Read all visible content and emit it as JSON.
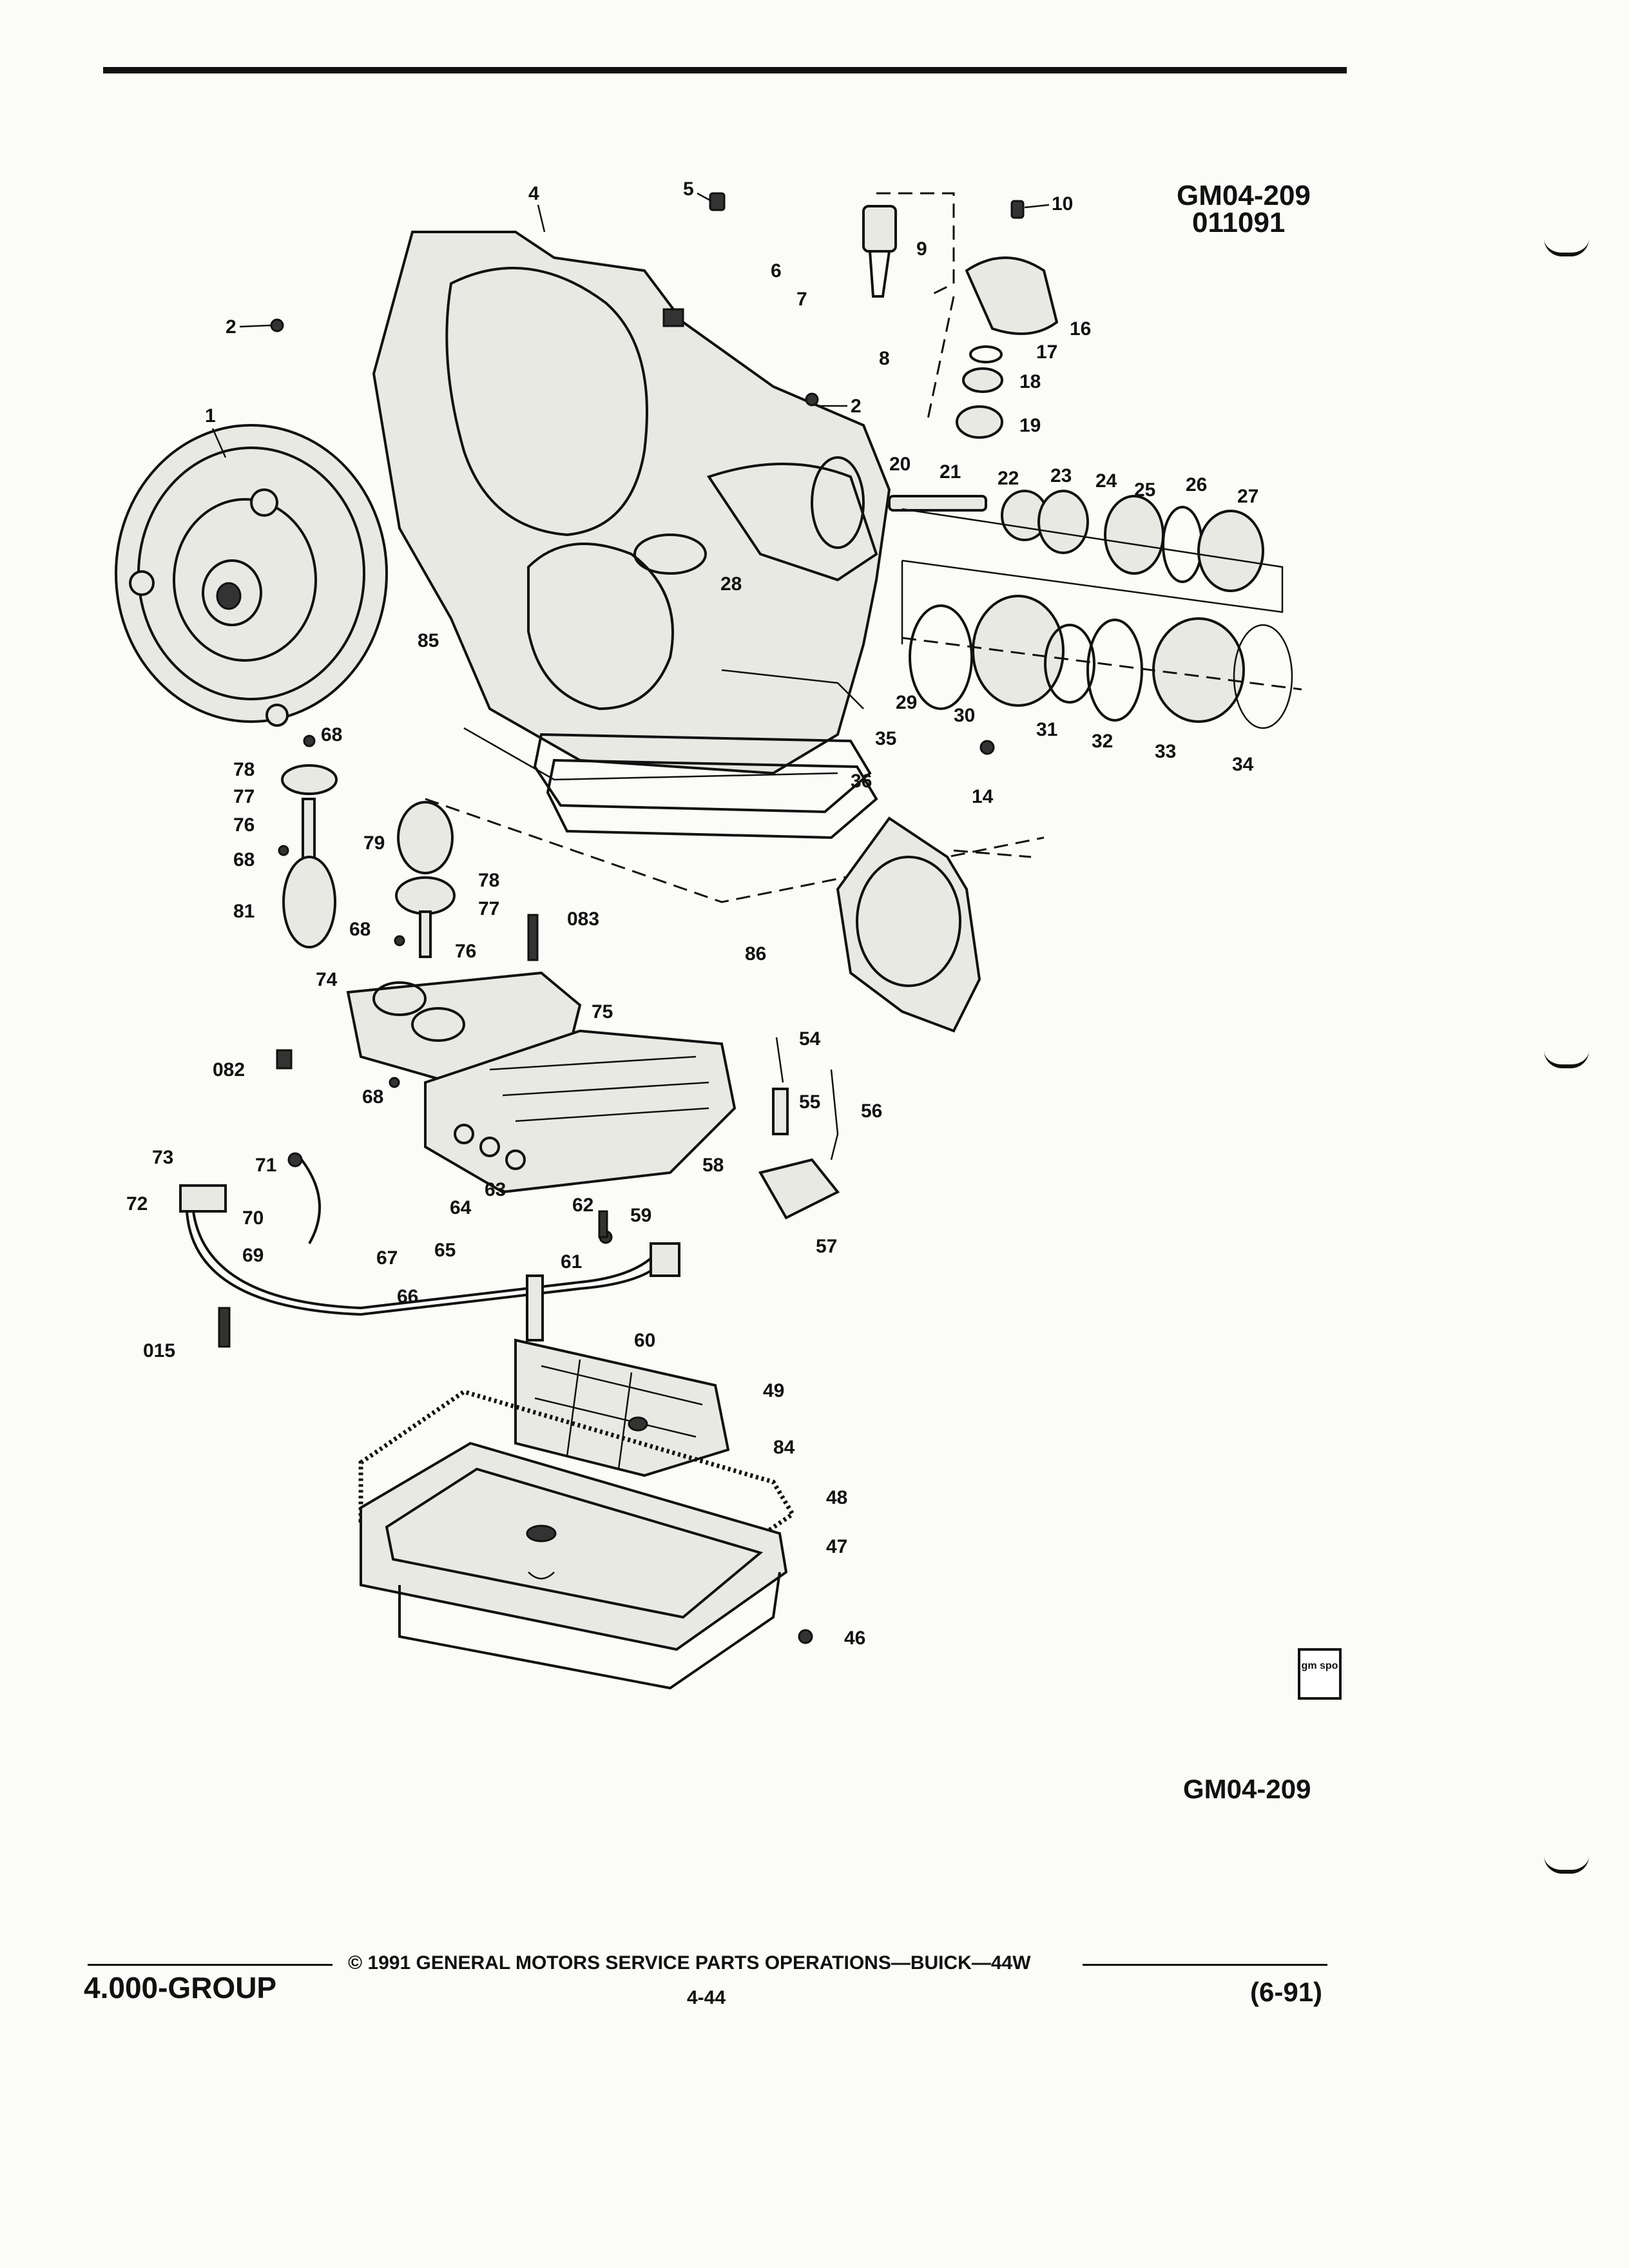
{
  "diagram_code_top": "GM04-209",
  "diagram_date": "011091",
  "diagram_code_bottom": "GM04-209",
  "logo_text": "gm spo",
  "footer": {
    "group": "4.000-GROUP",
    "copyright": "© 1991 GENERAL MOTORS SERVICE PARTS OPERATIONS—BUICK—44W",
    "page_number": "4-44",
    "revision": "(6-91)"
  },
  "callouts": [
    "1",
    "2",
    "2",
    "4",
    "5",
    "6",
    "7",
    "8",
    "9",
    "10",
    "14",
    "16",
    "17",
    "18",
    "19",
    "20",
    "21",
    "22",
    "23",
    "24",
    "25",
    "26",
    "27",
    "28",
    "29",
    "30",
    "31",
    "32",
    "33",
    "34",
    "35",
    "36",
    "46",
    "47",
    "48",
    "49",
    "54",
    "55",
    "56",
    "57",
    "58",
    "59",
    "60",
    "61",
    "62",
    "63",
    "64",
    "65",
    "66",
    "67",
    "68",
    "68",
    "68",
    "68",
    "69",
    "70",
    "71",
    "72",
    "73",
    "74",
    "75",
    "76",
    "76",
    "77",
    "77",
    "78",
    "78",
    "79",
    "81",
    "082",
    "083",
    "84",
    "85",
    "86",
    "015"
  ]
}
